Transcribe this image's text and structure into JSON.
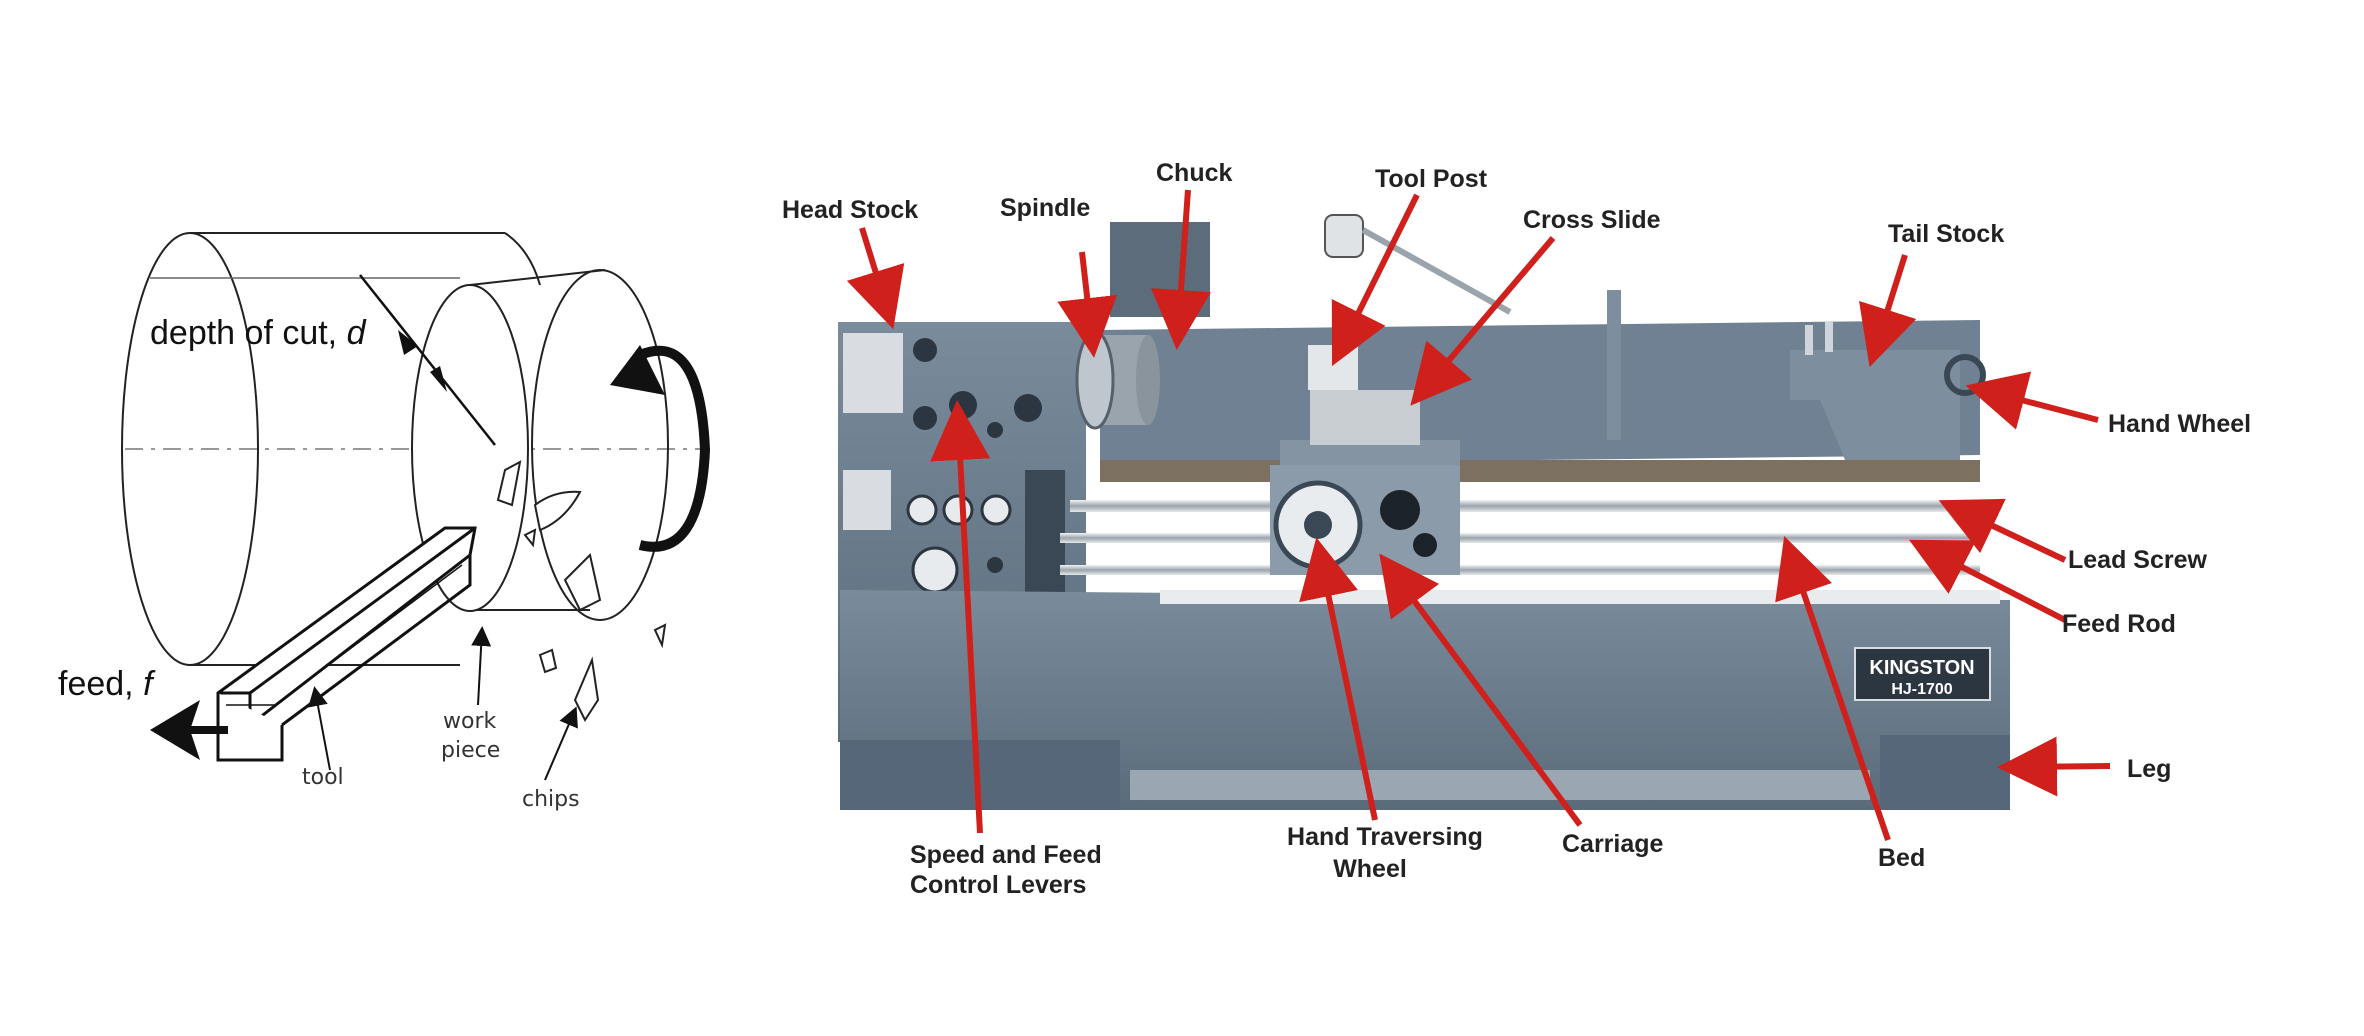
{
  "left_diagram": {
    "depth_label_prefix": "depth of cut, ",
    "depth_label_var": "d",
    "feed_label_prefix": "feed, ",
    "feed_label_var": "f",
    "tool_label": "tool",
    "work_label_line1": "work",
    "work_label_line2": "piece",
    "chips_label": "chips"
  },
  "lathe": {
    "brand_name": "KINGSTON",
    "model": "HJ-1700",
    "labels": {
      "head_stock": "Head Stock",
      "spindle": "Spindle",
      "chuck": "Chuck",
      "tool_post": "Tool Post",
      "cross_slide": "Cross Slide",
      "tail_stock": "Tail Stock",
      "hand_wheel": "Hand Wheel",
      "lead_screw": "Lead Screw",
      "feed_rod": "Feed Rod",
      "leg": "Leg",
      "speed_feed_line1": "Speed and Feed",
      "speed_feed_line2": "Control Levers",
      "hand_traversing_line1": "Hand Traversing",
      "hand_traversing_line2": "Wheel",
      "carriage": "Carriage",
      "bed": "Bed"
    }
  },
  "colors": {
    "arrow_red": "#d0201c",
    "machine_gray": "#66798a",
    "machine_dark": "#4a5a68",
    "machine_light": "#8b9bab"
  }
}
